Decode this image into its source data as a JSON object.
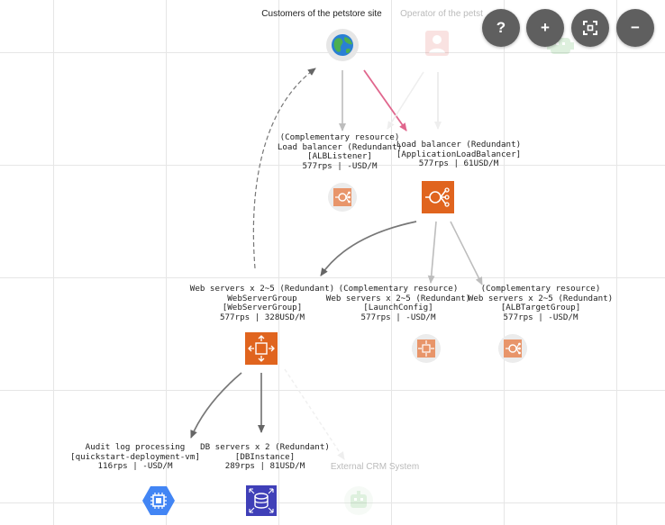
{
  "nodes": {
    "customers": {
      "label": "Customers of the petstore site"
    },
    "operator": {
      "label": "Operator of the petst"
    },
    "alb_listener": {
      "label": "(Complementary resource)\nLoad balancer (Redundant)\n[ALBListener]\n577rps | -USD/M"
    },
    "alb": {
      "label": "Load balancer (Redundant)\n[ApplicationLoadBalancer]\n577rps | 61USD/M"
    },
    "web_group": {
      "label": "Web servers x 2~5 (Redundant)\nWebServerGroup\n[WebServerGroup]\n577rps | 328USD/M"
    },
    "launch_config": {
      "label": "(Complementary resource)\nWeb servers x 2~5 (Redundant)\n[LaunchConfig]\n577rps | -USD/M"
    },
    "target_group": {
      "label": "(Complementary resource)\nWeb servers x 2~5 (Redundant)\n[ALBTargetGroup]\n577rps | -USD/M"
    },
    "audit": {
      "label": "Audit log processing\n[quickstart-deployment-vm]\n116rps | -USD/M"
    },
    "db": {
      "label": "DB servers x 2 (Redundant)\n[DBInstance]\n289rps | 81USD/M"
    },
    "crm": {
      "label": "External CRM System"
    }
  },
  "controls": {
    "help": "?",
    "zoom_in": "+",
    "fit": "⛶",
    "zoom_out": "−"
  },
  "colors": {
    "aws_orange": "#e0641e",
    "gcp_blue": "#4285f4",
    "azure_blue": "#3f3fb8",
    "highlight_edge": "#e0668d",
    "edge": "#777777"
  },
  "icons": {
    "customers": "globe-icon",
    "operator": "user-icon",
    "alb_listener": "load-balancer-icon",
    "alb": "load-balancer-icon",
    "web_group": "auto-scaling-icon",
    "launch_config": "auto-scaling-icon",
    "target_group": "load-balancer-icon",
    "audit": "compute-engine-icon",
    "db": "database-icon",
    "crm": "robot-icon"
  }
}
